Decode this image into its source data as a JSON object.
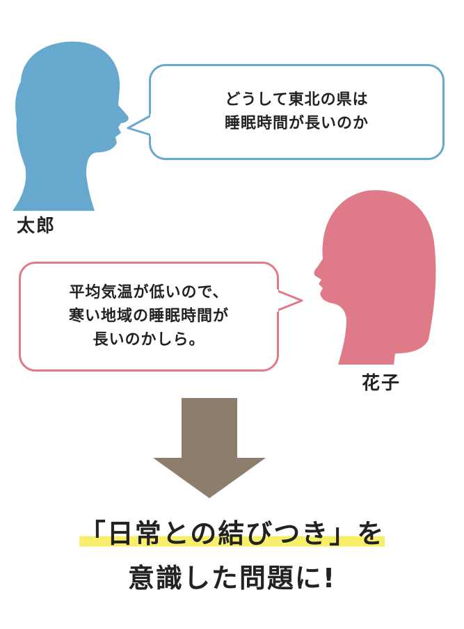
{
  "colors": {
    "taro": "#67a9ce",
    "hanako": "#df7b88",
    "arrow": "#8c7d6d",
    "highlight": "#f7ef6a"
  },
  "taro": {
    "name": "太郎",
    "speech": [
      "どうして東北の県は",
      "睡眠時間が長いのか"
    ]
  },
  "hanako": {
    "name": "花子",
    "speech": [
      "平均気温が低いので、",
      "寒い地域の睡眠時間が",
      "長いのかしら。"
    ]
  },
  "conclusion": {
    "line1": "「日常との結びつき」を",
    "line2": "意識した問題に!"
  }
}
